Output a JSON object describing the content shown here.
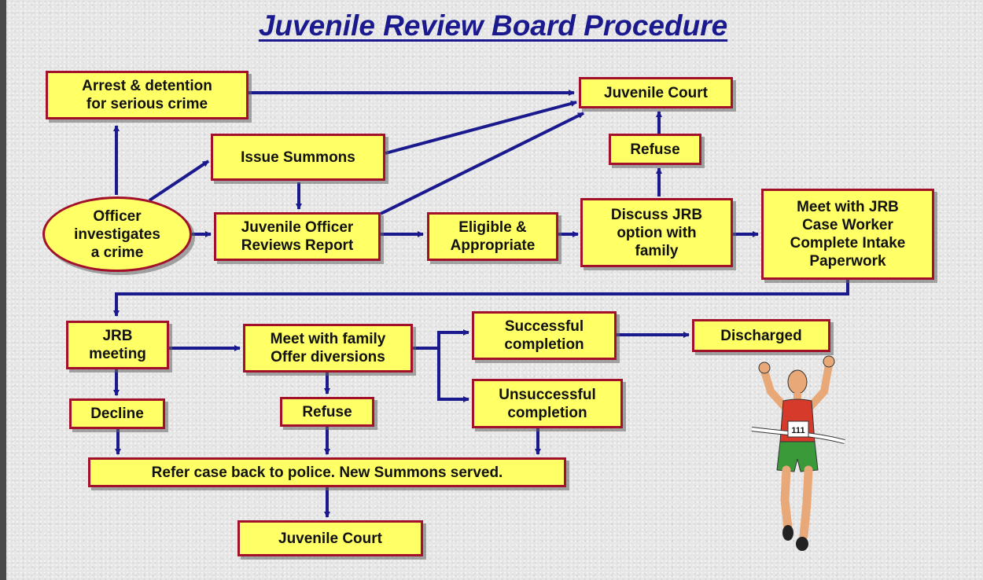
{
  "title": "Juvenile Review Board Procedure",
  "nodes": {
    "arrest": "Arrest & detention\nfor serious crime",
    "juvenile_court_top": "Juvenile Court",
    "issue_summons": "Issue Summons",
    "refuse_top": "Refuse",
    "officer": "Officer\ninvestigates\na crime",
    "juvenile_officer": "Juvenile Officer\nReviews Report",
    "eligible": "Eligible &\nAppropriate",
    "discuss": "Discuss JRB\noption with\nfamily",
    "meet_caseworker": "Meet with JRB\nCase Worker\nComplete Intake\nPaperwork",
    "jrb_meeting": "JRB\nmeeting",
    "meet_family": "Meet with family\nOffer diversions",
    "successful": "Successful\ncompletion",
    "discharged": "Discharged",
    "unsuccessful": "Unsuccessful\ncompletion",
    "decline": "Decline",
    "refuse_bottom": "Refuse",
    "refer_back": "Refer case back to police.  New Summons served.",
    "juvenile_court_bottom": "Juvenile Court"
  },
  "runner": {
    "bib_number": "111"
  },
  "colors": {
    "box_fill": "#ffff66",
    "box_border": "#a3102a",
    "arrow": "#1a1a8e",
    "title": "#1a1a8e"
  }
}
